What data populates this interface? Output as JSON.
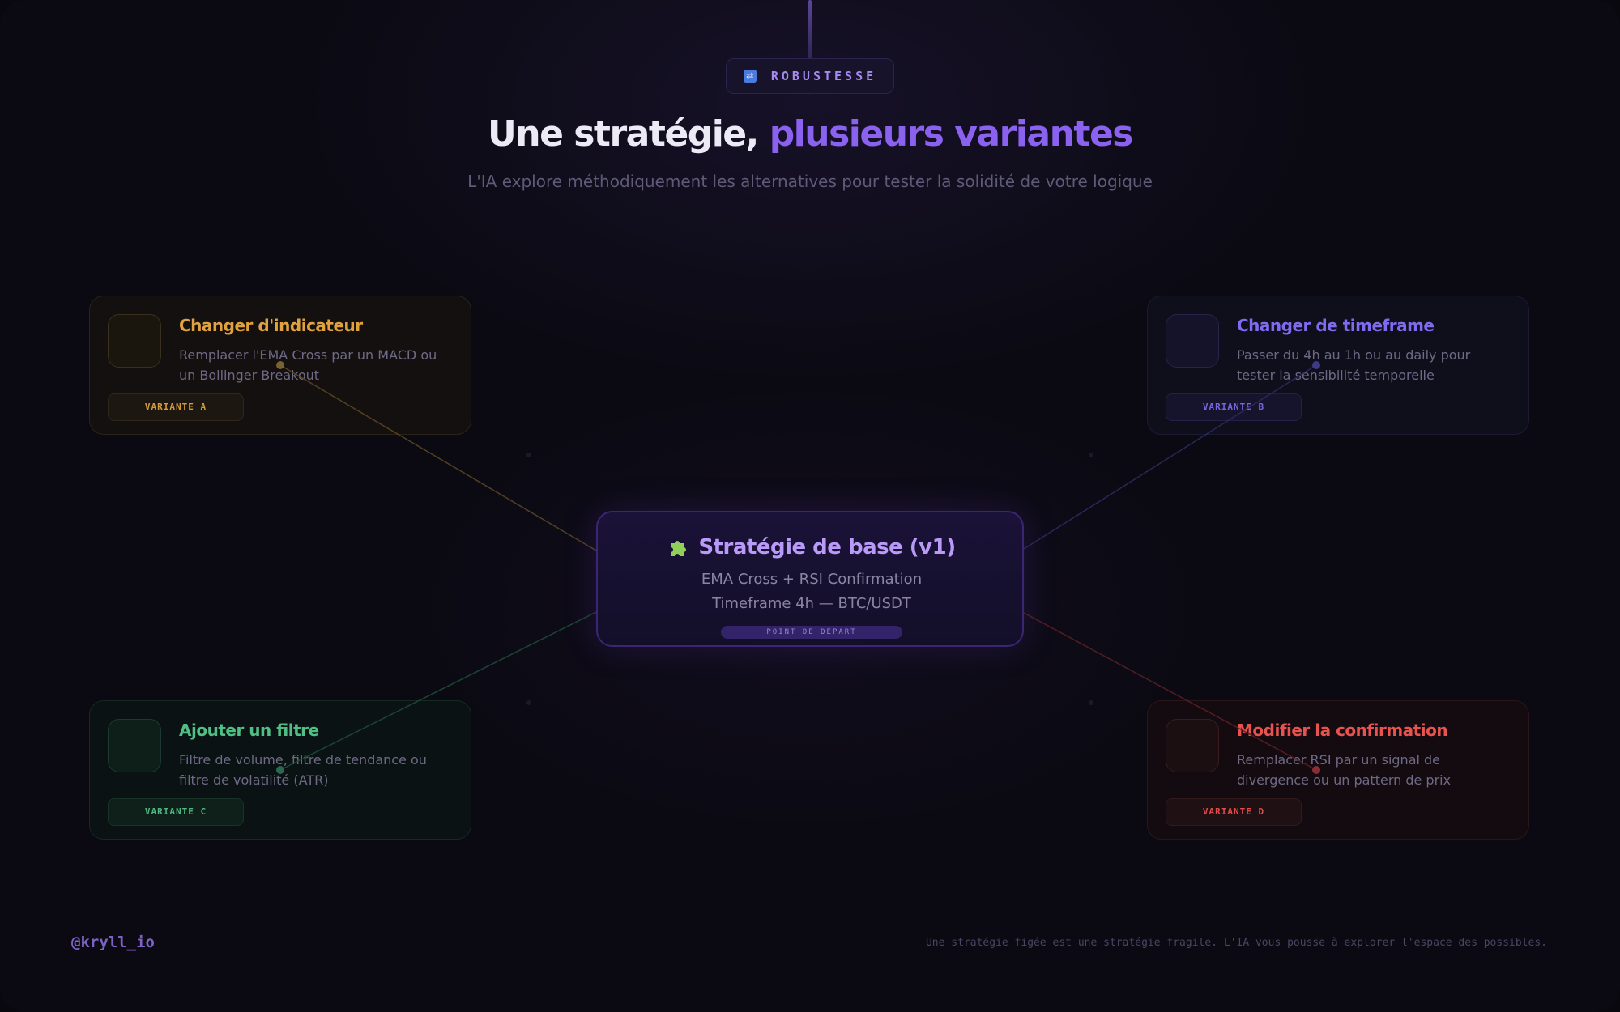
{
  "badge": {
    "icon": "shuffle-icon",
    "label": "ROBUSTESSE"
  },
  "header": {
    "title_main": "Une stratégie,",
    "title_accent": "plusieurs variantes",
    "subtitle": "L'IA explore méthodiquement les alternatives pour tester la solidité de votre logique"
  },
  "center": {
    "icon": "puzzle-icon",
    "title": "Stratégie de base (v1)",
    "line1": "EMA Cross + RSI Confirmation",
    "line2": "Timeframe 4h — BTC/USDT",
    "tag": "POINT DE DÉPART"
  },
  "variants": [
    {
      "title": "Changer d'indicateur",
      "description": "Remplacer l'EMA Cross par un MACD ou un Bollinger Breakout",
      "tag": "VARIANTE A",
      "color": "#e0a23e"
    },
    {
      "title": "Changer de timeframe",
      "description": "Passer du 4h au 1h ou au daily pour tester la sensibilité temporelle",
      "tag": "VARIANTE B",
      "color": "#7d6cf0"
    },
    {
      "title": "Ajouter un filtre",
      "description": "Filtre de volume, filtre de tendance ou filtre de volatilité (ATR)",
      "tag": "VARIANTE C",
      "color": "#4fbf86"
    },
    {
      "title": "Modifier la confirmation",
      "description": "Remplacer RSI par un signal de divergence ou un pattern de prix",
      "tag": "VARIANTE D",
      "color": "#e8524f"
    }
  ],
  "footer": {
    "handle": "@kryll_io",
    "note": "Une stratégie figée est une stratégie fragile. L'IA vous pousse à explorer l'espace des possibles."
  }
}
